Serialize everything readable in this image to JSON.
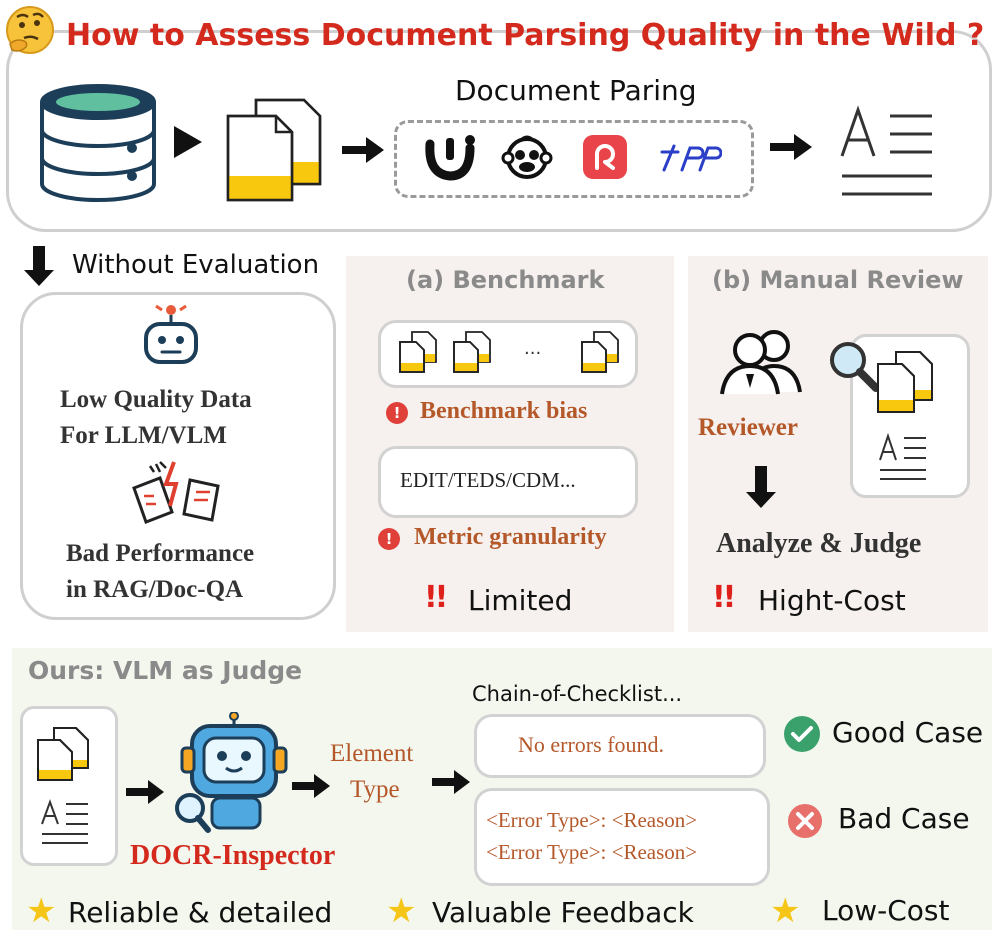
{
  "top": {
    "title": "How to Assess Document Parsing Quality in the Wild ?",
    "parsing_label": "Document Paring"
  },
  "left": {
    "without_eval": "Without Evaluation",
    "line1": "Low Quality Data",
    "line2": "For LLM/VLM",
    "line3": "Bad Performance",
    "line4": "in RAG/Doc-QA"
  },
  "benchmark": {
    "title": "(a) Benchmark",
    "ellipsis": "...",
    "bias": "Benchmark bias",
    "metrics": "EDIT/TEDS/CDM...",
    "granularity": "Metric granularity",
    "verdict": "Limited",
    "exclaim": "!!"
  },
  "manual": {
    "title": "(b) Manual Review",
    "reviewer": "Reviewer",
    "analyze": "Analyze & Judge",
    "verdict": "Hight-Cost",
    "exclaim": "!!"
  },
  "ours": {
    "title": "Ours: VLM as Judge",
    "inspector": "DOCR-Inspector",
    "element_line1": "Element",
    "element_line2": "Type",
    "checklist": "Chain-of-Checklist...",
    "no_errors": "No errors found.",
    "error_line1": "<Error Type>: <Reason>",
    "error_line2": "<Error Type>: <Reason>",
    "good_case": "Good Case",
    "bad_case": "Bad Case"
  },
  "footer": {
    "item1": "Reliable & detailed",
    "item2": "Valuable Feedback",
    "item3": "Low-Cost"
  },
  "colors": {
    "title_red": "#d42a1e",
    "brown": "#b4582a",
    "doc_yellow": "#f7c80e",
    "good_green": "#3aa06c",
    "bad_red": "#e8706a"
  }
}
